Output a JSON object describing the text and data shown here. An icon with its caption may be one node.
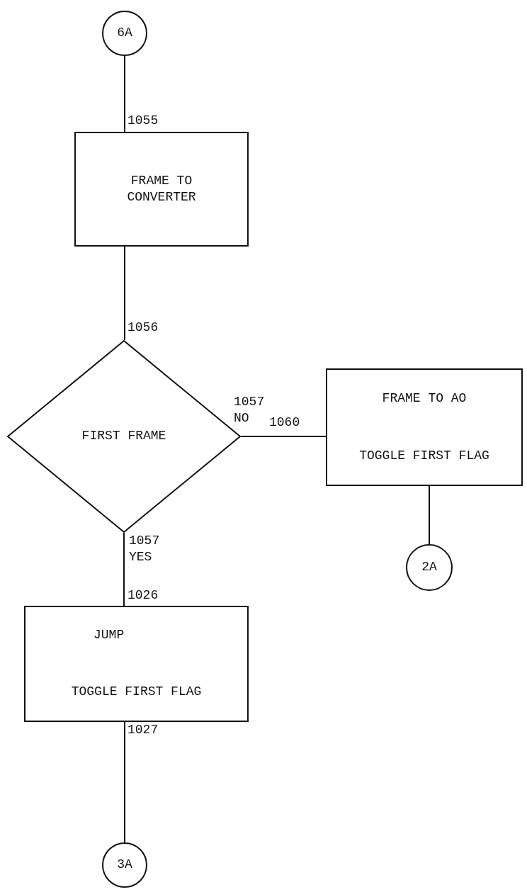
{
  "diagram": {
    "nodes": [
      {
        "text": [
          "6A"
        ]
      },
      {
        "text": [
          "FRAME TO CONVERTER"
        ],
        "beside": [
          "1055"
        ]
      },
      {
        "text": [
          "FIRST FRAME"
        ],
        "beside": [
          "1056"
        ]
      },
      {
        "text": [
          "FRAME TO AO",
          "TOGGLE FIRST FLAG"
        ],
        "beside": [
          "1060"
        ]
      },
      {
        "text": [
          "2A"
        ]
      },
      {
        "text": [
          "JUMP",
          "TOGGLE FIRST FLAG"
        ],
        "beside": [
          "1026",
          "1027"
        ]
      },
      {
        "text": [
          "3A"
        ]
      }
    ],
    "edges": [
      {
        "from": 0,
        "to": 1,
        "arrow": "none"
      },
      {
        "from": 1,
        "to": 2,
        "arrow": "none"
      },
      {
        "from": 2,
        "to": 3,
        "arrow": "none",
        "label": "1057 NO"
      },
      {
        "from": 3,
        "to": 4,
        "arrow": "none"
      },
      {
        "from": 2,
        "to": 5,
        "arrow": "none",
        "label": "1057 YES"
      },
      {
        "from": 5,
        "to": 6,
        "arrow": "none"
      }
    ]
  }
}
